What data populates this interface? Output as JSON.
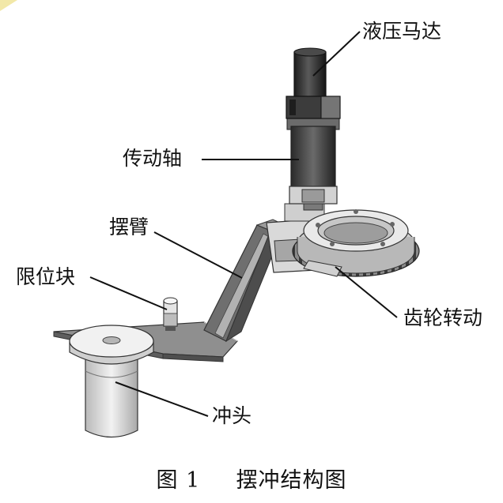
{
  "labels": {
    "motor": "液压马达",
    "shaft": "传动轴",
    "arm": "摆臂",
    "stopper": "限位块",
    "gear": "齿轮转动",
    "punch": "冲头"
  },
  "caption": {
    "number": "图 1",
    "title": "摆冲结构图"
  }
}
